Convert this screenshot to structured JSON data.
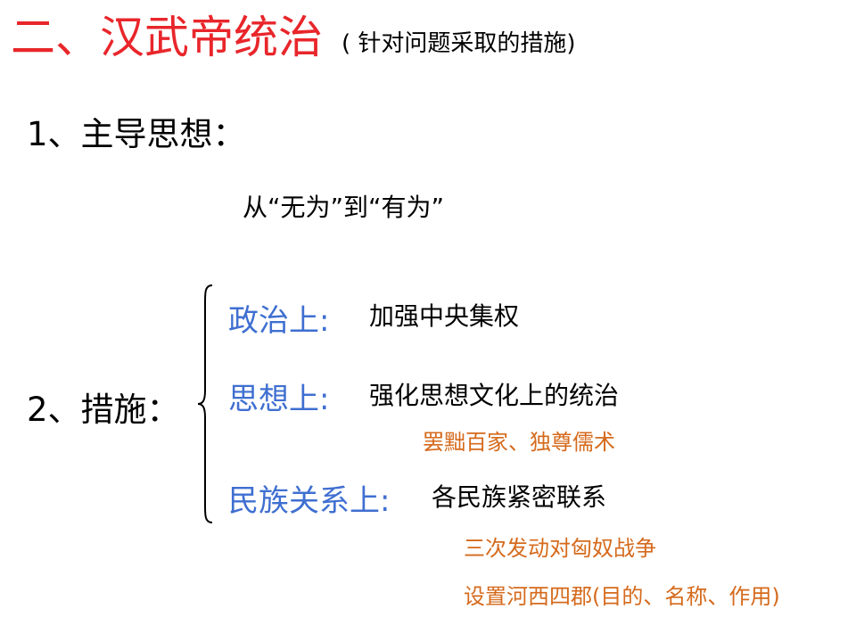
{
  "title": {
    "main": "二、汉武帝统治",
    "note": "( 针对问题采取的措施)"
  },
  "point1": {
    "heading": "1、主导思想：",
    "content": "从“无为”到“有为”"
  },
  "point2": {
    "heading": "2、措施：",
    "items": [
      {
        "label": "政治上:",
        "value": "加强中央集权",
        "details": []
      },
      {
        "label": "思想上:",
        "value": "强化思想文化上的统治",
        "details": [
          "罢黜百家、独尊儒术"
        ]
      },
      {
        "label": "民族关系上:",
        "value": "各民族紧密联系",
        "details": [
          "三次发动对匈奴战争",
          "设置河西四郡(目的、名称、作用)"
        ]
      }
    ]
  },
  "colors": {
    "title": "#e8262b",
    "label": "#3f6fd1",
    "detail": "#d56a1c",
    "text": "#000000"
  }
}
